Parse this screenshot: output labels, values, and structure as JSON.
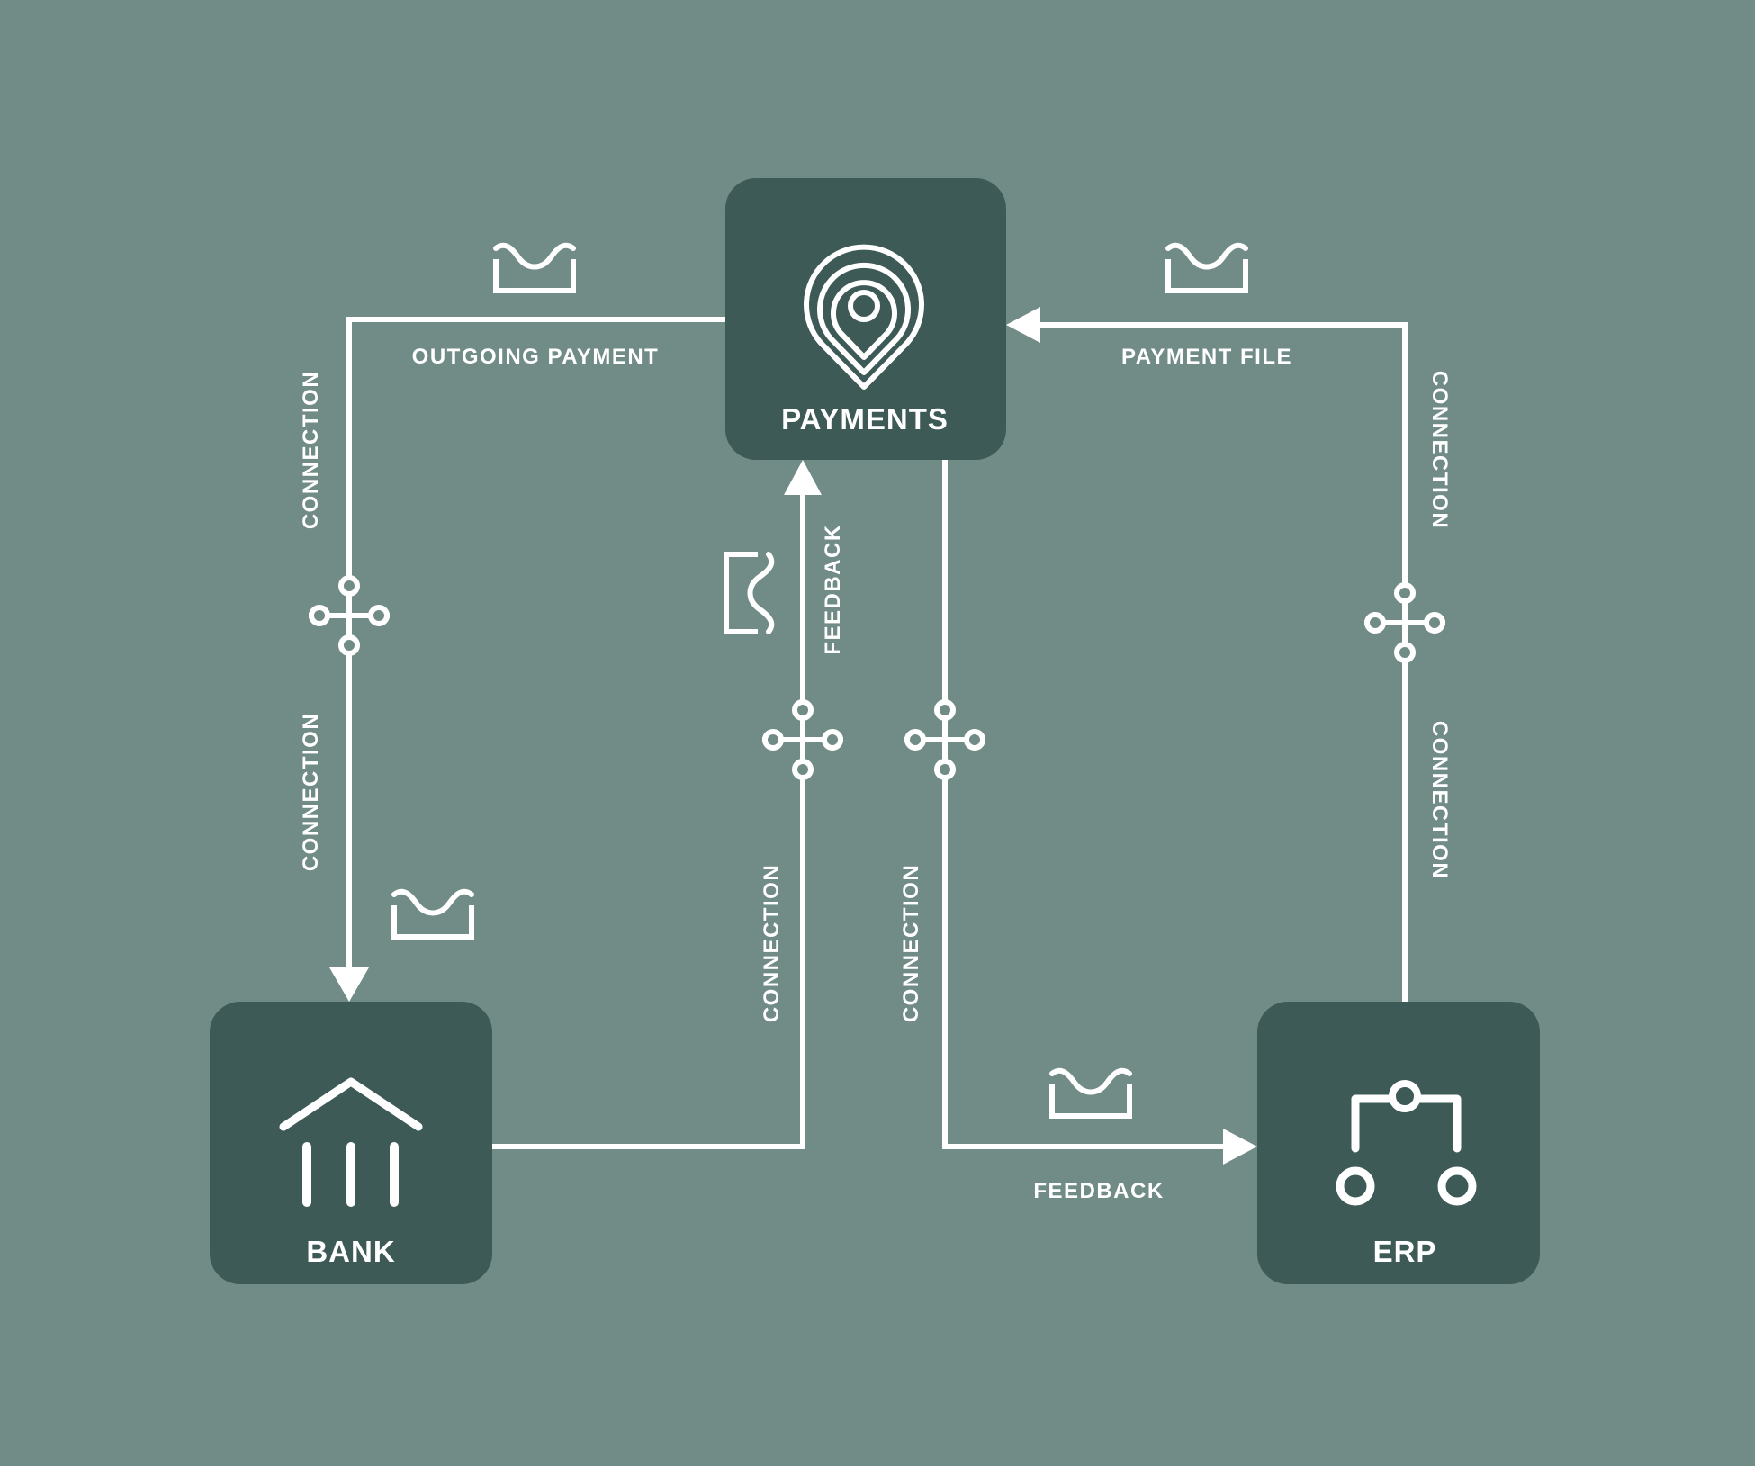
{
  "nodes": {
    "payments": {
      "label": "PAYMENTS",
      "icon": "location-pin-icon"
    },
    "bank": {
      "label": "BANK",
      "icon": "bank-icon"
    },
    "erp": {
      "label": "ERP",
      "icon": "erp-network-icon"
    }
  },
  "edges": {
    "outgoing_payment": "OUTGOING PAYMENT",
    "payment_file": "PAYMENT FILE",
    "feedback_bank": "FEEDBACK",
    "feedback_erp": "FEEDBACK"
  },
  "connection_labels": {
    "left_top": "CONNECTION",
    "left_bottom": "CONNECTION",
    "right_top": "CONNECTION",
    "right_bottom": "CONNECTION",
    "center_left": "CONNECTION",
    "center_right": "CONNECTION"
  },
  "icons": {
    "message": "message-tray-icon",
    "junction": "junction-node-icon"
  },
  "colors": {
    "background": "#718c87",
    "node": "#3e5a56",
    "line": "#ffffff"
  }
}
